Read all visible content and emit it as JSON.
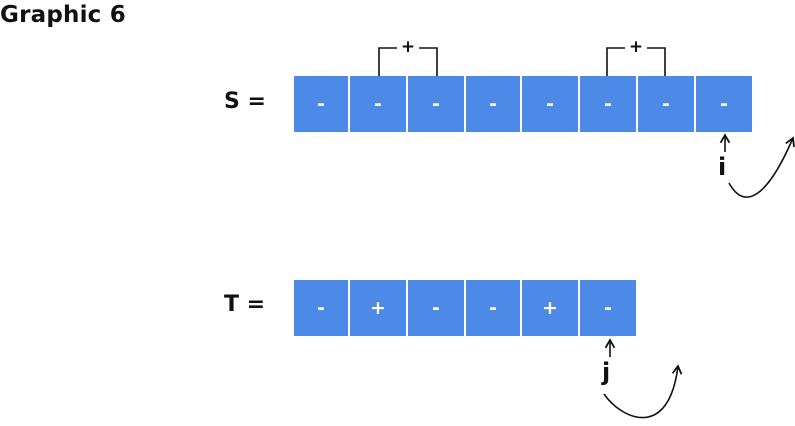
{
  "title": "Graphic 6",
  "colors": {
    "cell": "#4d8ae8",
    "cell_text": "#ffffff",
    "line": "#111111"
  },
  "s_row": {
    "label": "S =",
    "cells": [
      "-",
      "-",
      "-",
      "-",
      "-",
      "-",
      "-",
      "-"
    ],
    "brackets": [
      {
        "label": "+",
        "from_index": 1,
        "to_index": 2
      },
      {
        "label": "+",
        "from_index": 5,
        "to_index": 6
      }
    ],
    "pointer": {
      "label": "i",
      "index": 7
    }
  },
  "t_row": {
    "label": "T =",
    "cells": [
      "-",
      "+",
      "-",
      "-",
      "+",
      "-"
    ],
    "pointer": {
      "label": "j",
      "index": 5
    }
  }
}
